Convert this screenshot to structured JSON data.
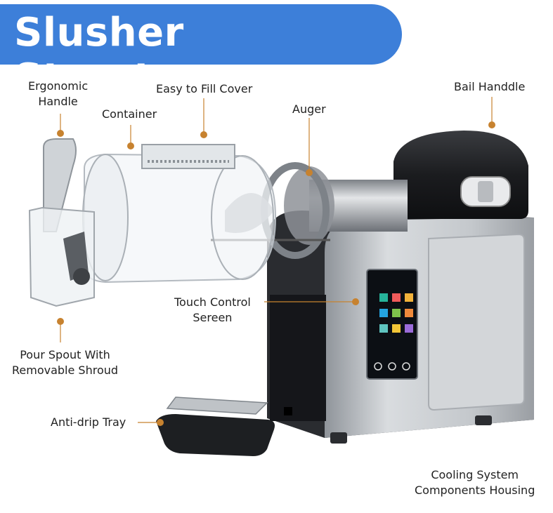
{
  "title": "Slusher Structure",
  "labels": {
    "ergonomic_handle": [
      "Ergonomic",
      "Handle"
    ],
    "easy_fill_cover": "Easy to Fill Cover",
    "container": "Container",
    "auger": "Auger",
    "bail_handle": "Bail Handdle",
    "touch_control": [
      "Touch Control",
      "Sereen"
    ],
    "pour_spout": [
      "Pour Spout With",
      "Removable Shroud"
    ],
    "anti_drip_tray": "Anti-drip Tray",
    "cooling_housing": [
      "Cooling System",
      "Components Housing"
    ]
  },
  "colors": {
    "banner": "#3d7fd9",
    "leader": "#c7822f",
    "housing": "#c9ccd0",
    "dark": "#1d1f22",
    "screen": "#0c0f14"
  }
}
